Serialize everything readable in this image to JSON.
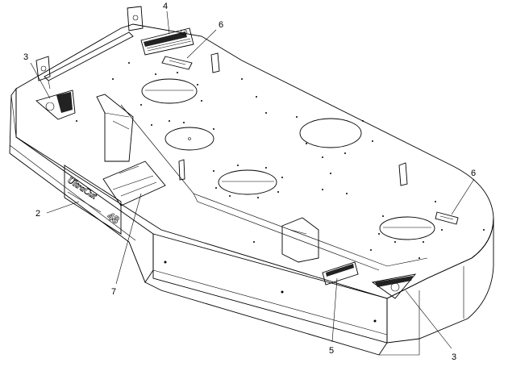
{
  "callouts": {
    "label_2": "2",
    "label_3_left": "3",
    "label_3_right": "3",
    "label_4": "4",
    "label_5": "5",
    "label_6_top": "6",
    "label_6_right": "6",
    "label_7": "7"
  },
  "deck_brand": {
    "name": "UltraCut",
    "size": "48"
  },
  "colors": {
    "line": "#000000",
    "background": "#ffffff",
    "decal_dark": "#1a1a1a"
  }
}
